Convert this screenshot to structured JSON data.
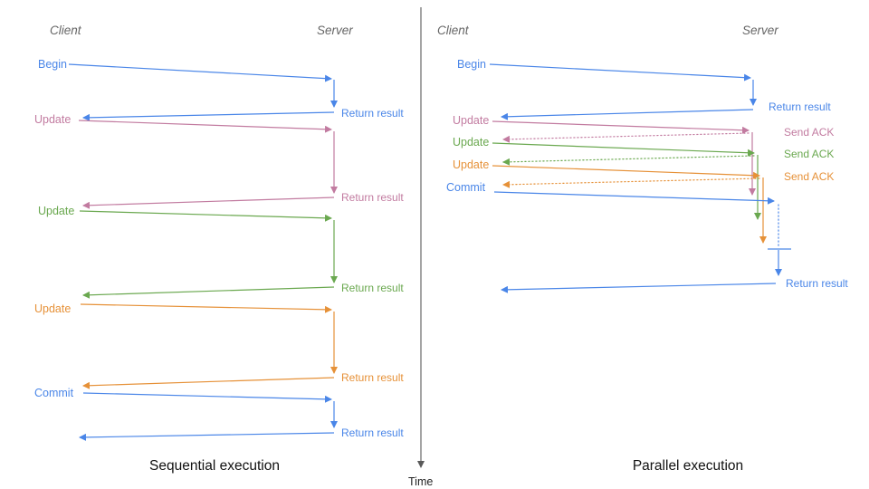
{
  "time_axis": {
    "label": "Time"
  },
  "colors": {
    "blue": "#4a86e8",
    "pink": "#c27ba0",
    "green": "#6aa84f",
    "orange": "#e69138",
    "header_gray": "#666666",
    "axis_gray": "#595959"
  },
  "left": {
    "client_header": "Client",
    "server_header": "Server",
    "caption": "Sequential execution",
    "messages": [
      {
        "label": "Begin",
        "color": "#4a86e8",
        "result": "Return result"
      },
      {
        "label": "Update",
        "color": "#c27ba0",
        "result": "Return result"
      },
      {
        "label": "Update",
        "color": "#6aa84f",
        "result": "Return result"
      },
      {
        "label": "Update",
        "color": "#e69138",
        "result": "Return result"
      },
      {
        "label": "Commit",
        "color": "#4a86e8",
        "result": "Return result"
      }
    ]
  },
  "right": {
    "client_header": "Client",
    "server_header": "Server",
    "caption": "Parallel execution",
    "messages": [
      {
        "label": "Begin",
        "color": "#4a86e8",
        "result": "Return result"
      },
      {
        "label": "Update",
        "color": "#c27ba0",
        "result": "Send ACK"
      },
      {
        "label": "Update",
        "color": "#6aa84f",
        "result": "Send ACK"
      },
      {
        "label": "Update",
        "color": "#e69138",
        "result": "Send ACK"
      },
      {
        "label": "Commit",
        "color": "#4a86e8",
        "result": "Return result"
      }
    ]
  }
}
